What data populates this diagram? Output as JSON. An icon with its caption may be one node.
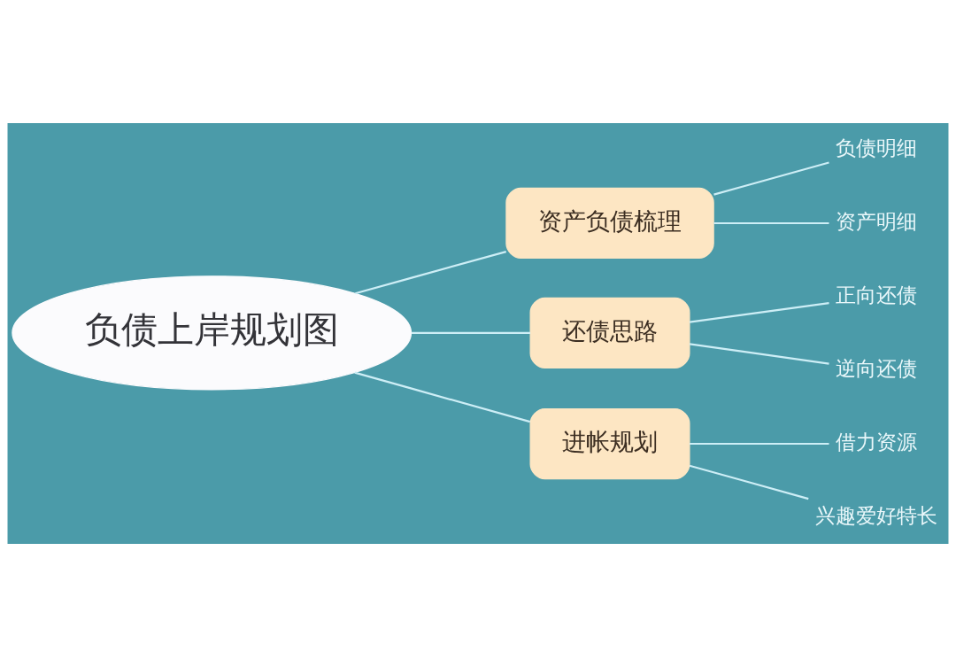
{
  "diagram": {
    "nodes": [
      {
        "text": [
          "负债上岸规划图"
        ]
      },
      {
        "text": [
          "资产负债梳理"
        ]
      },
      {
        "text": [
          "负债明细"
        ]
      },
      {
        "text": [
          "资产明细"
        ]
      },
      {
        "text": [
          "还债思路"
        ]
      },
      {
        "text": [
          "正向还债"
        ]
      },
      {
        "text": [
          "逆向还债"
        ]
      },
      {
        "text": [
          "进帐规划"
        ]
      },
      {
        "text": [
          "借力资源"
        ]
      },
      {
        "text": [
          "兴趣爱好特长"
        ]
      }
    ],
    "edges": [
      {
        "from": 0,
        "to": 1,
        "arrow": "none"
      },
      {
        "from": 1,
        "to": 2,
        "arrow": "none"
      },
      {
        "from": 1,
        "to": 3,
        "arrow": "none"
      },
      {
        "from": 0,
        "to": 4,
        "arrow": "none"
      },
      {
        "from": 4,
        "to": 5,
        "arrow": "none"
      },
      {
        "from": 4,
        "to": 6,
        "arrow": "none"
      },
      {
        "from": 0,
        "to": 7,
        "arrow": "none"
      },
      {
        "from": 7,
        "to": 8,
        "arrow": "none"
      },
      {
        "from": 7,
        "to": 9,
        "arrow": "none"
      }
    ]
  }
}
